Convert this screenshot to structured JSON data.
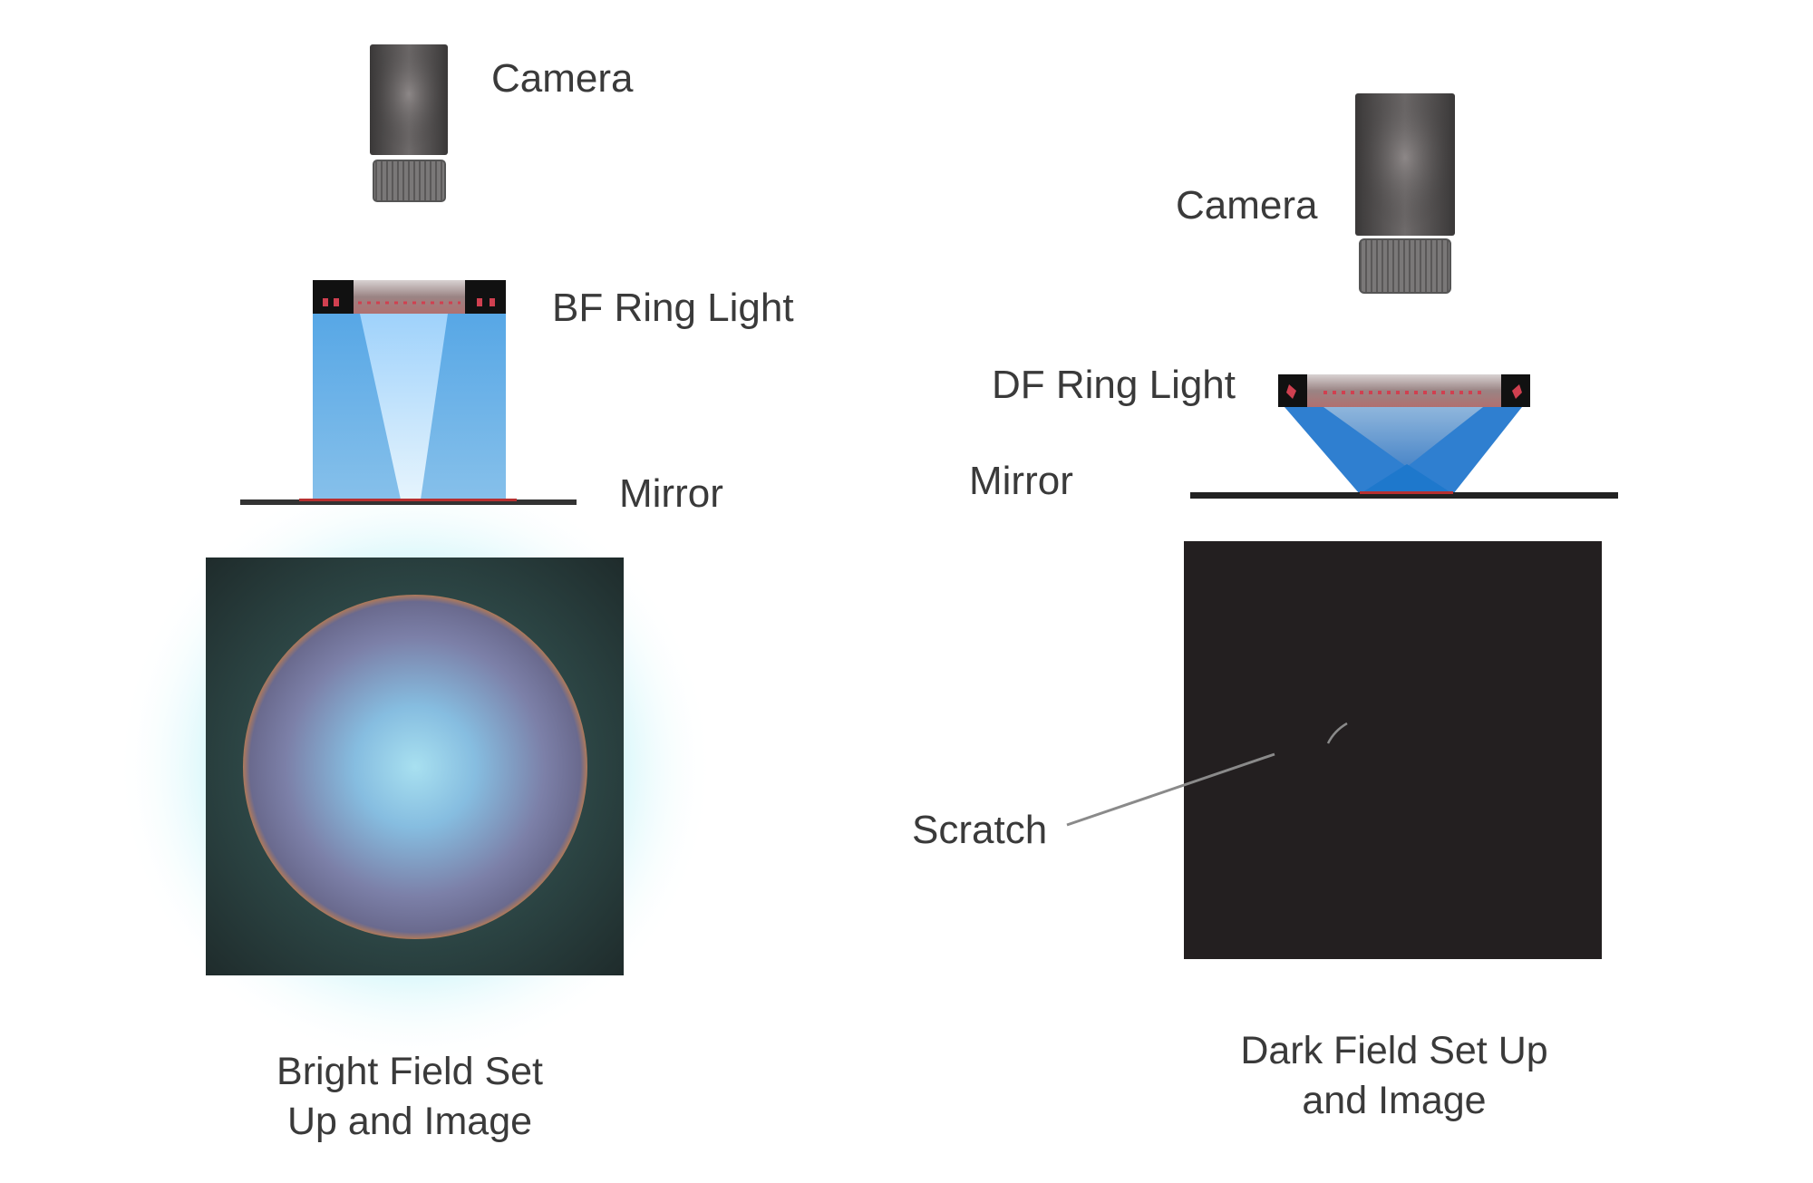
{
  "bright_field": {
    "camera_label": "Camera",
    "ring_light_label": "BF Ring Light",
    "mirror_label": "Mirror",
    "caption_line1": "Bright Field Set",
    "caption_line2": "Up and Image"
  },
  "dark_field": {
    "camera_label": "Camera",
    "ring_light_label": "DF Ring Light",
    "mirror_label": "Mirror",
    "scratch_label": "Scratch",
    "caption_line1": "Dark Field Set Up",
    "caption_line2": "and Image"
  },
  "colors": {
    "beam_blue": "#5aaae6",
    "df_beam_blue": "#2f7fd0",
    "dark_image": "#231f20",
    "text": "#3a3a3a"
  }
}
